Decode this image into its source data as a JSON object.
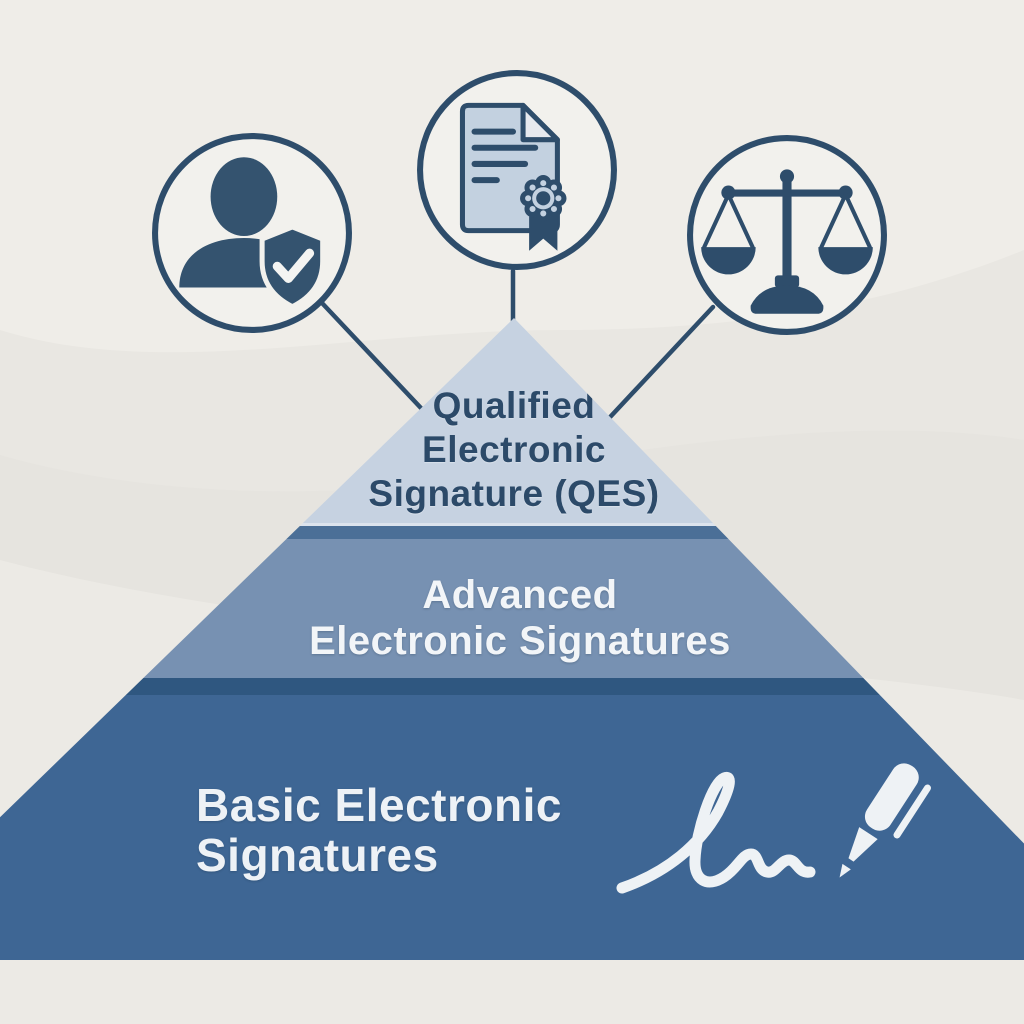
{
  "diagram": {
    "type": "pyramid-infographic",
    "topic": "Electronic signature levels"
  },
  "colors": {
    "background": "#e9e7e2",
    "background_wave_light": "#efede8",
    "background_wave_dark": "#e2e0db",
    "ink": "#2e4d6b",
    "circle_fill": "#f2f1ed",
    "tier_qes_fill": "#c6d2e1",
    "tier_advanced_fill": "#7791b2",
    "tier_basic_fill": "#3e6694",
    "tier_divider_dark_1": "#4b6f97",
    "tier_divider_dark_2": "#2f5780",
    "qes_text": "#2c4a69",
    "white_text": "#f2f5f8",
    "document_paper_fill": "#c3d1e0",
    "signature_white": "#eef2f5"
  },
  "icons": [
    {
      "name": "user-verified-icon",
      "position": "left",
      "depicts": "person silhouette with shield and checkmark"
    },
    {
      "name": "certificate-document-icon",
      "position": "top-center",
      "depicts": "document with text lines and rosette seal ribbon"
    },
    {
      "name": "justice-scales-icon",
      "position": "right",
      "depicts": "scales of justice balance"
    }
  ],
  "pyramid": {
    "tiers": [
      {
        "id": "qes",
        "level": 1,
        "label": "Qualified Electronic Signature (QES)",
        "lines": [
          "Qualified",
          "Electronic",
          "Signature (QES)"
        ],
        "fill": "#c6d2e1",
        "text_color": "#2c4a69"
      },
      {
        "id": "advanced",
        "level": 2,
        "label": "Advanced Electronic Signatures",
        "lines": [
          "Advanced",
          "Electronic Signatures"
        ],
        "fill": "#7791b2",
        "text_color": "#f2f5f8"
      },
      {
        "id": "basic",
        "level": 3,
        "label": "Basic Electronic Signatures",
        "lines": [
          "Basic Electronic",
          "Signatures"
        ],
        "fill": "#3e6694",
        "text_color": "#eef2f6"
      }
    ]
  },
  "signature_graphic": {
    "name": "signature-pen-graphic",
    "depicts": "handwritten signature squiggle with tilted pen"
  }
}
